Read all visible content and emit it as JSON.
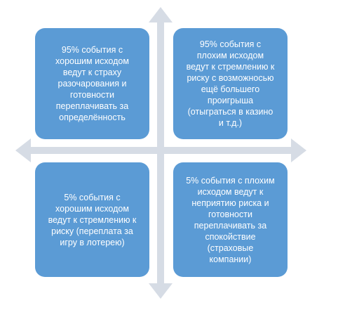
{
  "colors": {
    "box": "#5b9bd5",
    "axis": "#d6dce5",
    "text": "#ffffff"
  },
  "quadrants": {
    "top_left": "95% события с\nхорошим исходом\nведут к страху\nразочарования и\nготовности\nпереплачивать за\nопределённость",
    "top_right": "95% события с\nплохим исходом\nведут к стремлению к\nриску с возможносью\nещё большего\nпроигрыша\n(отыграться в казино\nи т.д.)",
    "bottom_left": "5% события с\nхорошим исходом\nведут к стремлению к\nриску (переплата за\nигру в лотерею)",
    "bottom_right": "5% события с плохим\nисходом ведут к\nнеприятию риска и\nготовности\nпереплачивать за\nспокойствие\n(страховые\nкомпании)"
  }
}
